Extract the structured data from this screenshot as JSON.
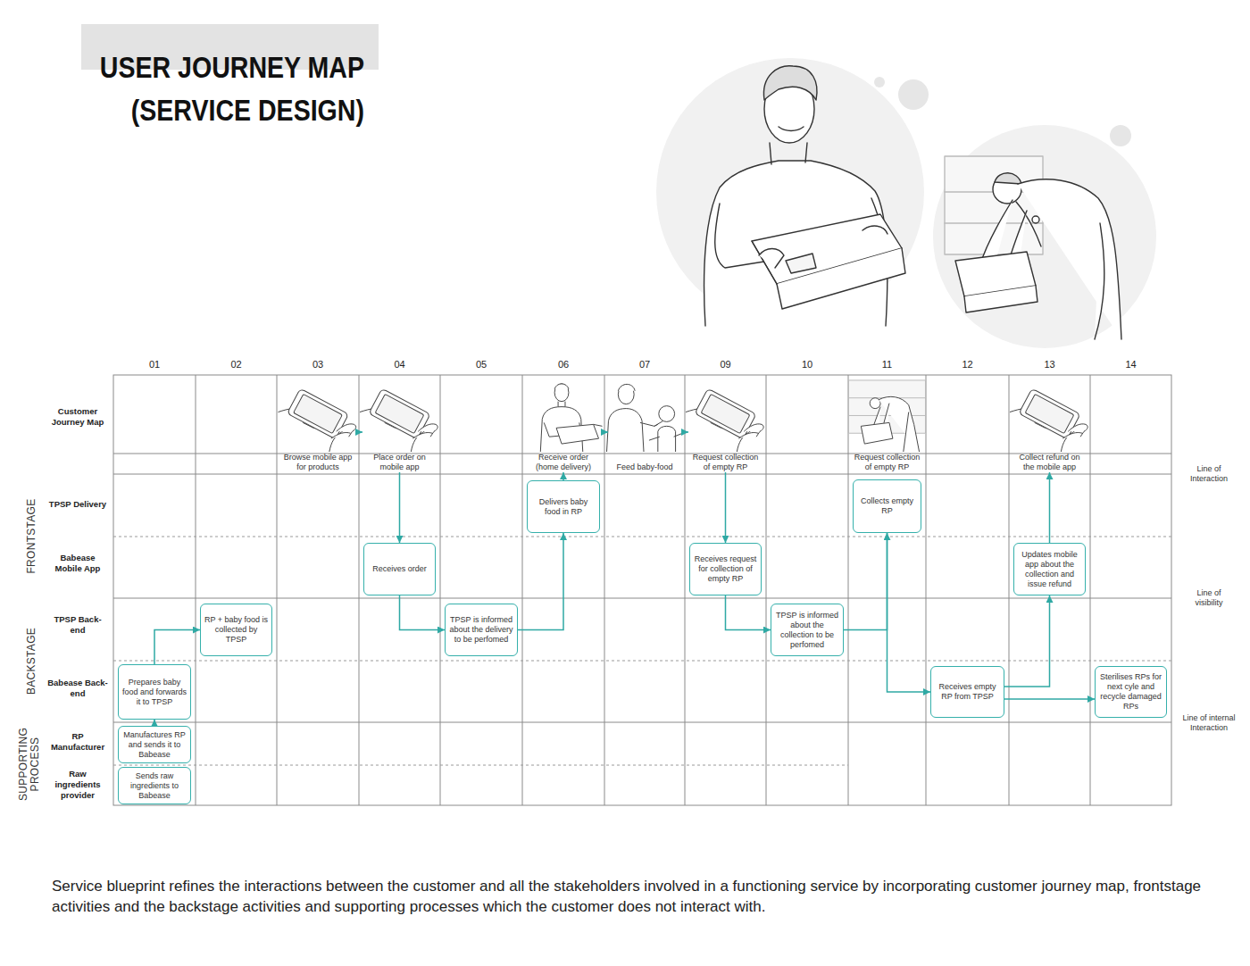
{
  "diagram": {
    "title": "USER JOURNEY MAP (SERVICE DESIGN)",
    "caption": "Service blueprint refines the interactions between the customer and all the stakeholders involved in a functioning service by incorporating customer journey map, frontstage activities and the backstage activities and supporting processes which the customer does not interact with.",
    "nodes": [
      {
        "text": [
          "Browse mobile app for products"
        ]
      },
      {
        "text": [
          "Place order on mobile app"
        ]
      },
      {
        "text": [
          "Receive order (home delivery)"
        ]
      },
      {
        "text": [
          "Feed baby-food"
        ]
      },
      {
        "text": [
          "Request collection of empty RP"
        ]
      },
      {
        "text": [
          "Request collection of empty RP"
        ]
      },
      {
        "text": [
          "Collect refund on the mobile app"
        ]
      },
      {
        "text": [
          "Delivers baby food in RP"
        ]
      },
      {
        "text": [
          "Collects empty RP"
        ]
      },
      {
        "text": [
          "Receives order"
        ]
      },
      {
        "text": [
          "Receives request for collection of empty RP"
        ]
      },
      {
        "text": [
          "Updates mobile app about the collection and issue refund"
        ]
      },
      {
        "text": [
          "RP + baby food is collected by TPSP"
        ]
      },
      {
        "text": [
          "TPSP is informed about the delivery to be perfomed"
        ]
      },
      {
        "text": [
          "TPSP is informed about the collection to be perfomed"
        ]
      },
      {
        "text": [
          "Prepares baby food and forwards it to TPSP"
        ]
      },
      {
        "text": [
          "Receives empty RP from TPSP"
        ]
      },
      {
        "text": [
          "Sterilises RPs for next cyle and recycle damaged RPs"
        ]
      },
      {
        "text": [
          "Manufactures RP and sends it to Babease"
        ]
      },
      {
        "text": [
          "Sends raw ingredients to Babease"
        ]
      }
    ],
    "edges": [
      {
        "from": 0,
        "to": 1,
        "arrow": "to"
      },
      {
        "from": 2,
        "to": 3,
        "arrow": "to"
      },
      {
        "from": 3,
        "to": 4,
        "arrow": "to"
      },
      {
        "from": 1,
        "to": 9,
        "arrow": "to"
      },
      {
        "from": 9,
        "to": 13,
        "arrow": "to"
      },
      {
        "from": 13,
        "to": 7,
        "arrow": "to"
      },
      {
        "from": 7,
        "to": 2,
        "arrow": "to"
      },
      {
        "from": 4,
        "to": 10,
        "arrow": "to"
      },
      {
        "from": 10,
        "to": 14,
        "arrow": "to"
      },
      {
        "from": 14,
        "to": 8,
        "arrow": "to"
      },
      {
        "from": 8,
        "to": 16,
        "arrow": "to"
      },
      {
        "from": 16,
        "to": 11,
        "arrow": "to"
      },
      {
        "from": 11,
        "to": 6,
        "arrow": "to"
      },
      {
        "from": 16,
        "to": 17,
        "arrow": "to"
      },
      {
        "from": 18,
        "to": 15,
        "arrow": "to"
      },
      {
        "from": 15,
        "to": 12,
        "arrow": "to"
      }
    ],
    "labels": [
      "01",
      "02",
      "03",
      "04",
      "05",
      "06",
      "07",
      "09",
      "10",
      "11",
      "12",
      "13",
      "14",
      "Customer Journey Map",
      "TPSP Delivery",
      "Babease Mobile App",
      "TPSP Back-end",
      "Babease Back-end",
      "RP Manufacturer",
      "Raw ingredients provider",
      "FRONTSTAGE",
      "BACKSTAGE",
      "SUPPORTING PROCESS",
      "Line of Interaction",
      "Line of visibility",
      "Line of internal Interaction"
    ]
  }
}
